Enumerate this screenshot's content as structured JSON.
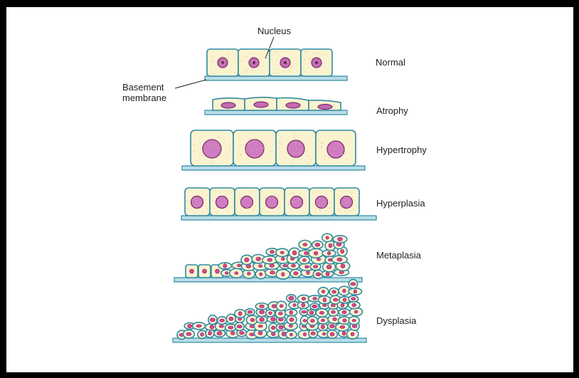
{
  "diagram": {
    "labels": {
      "nucleus": "Nucleus",
      "basement_line1": "Basement",
      "basement_line2": "membrane"
    },
    "rows": [
      {
        "id": "normal",
        "label": "Normal"
      },
      {
        "id": "atrophy",
        "label": "Atrophy"
      },
      {
        "id": "hypertrophy",
        "label": "Hypertrophy"
      },
      {
        "id": "hyperplasia",
        "label": "Hyperplasia"
      },
      {
        "id": "metaplasia",
        "label": "Metaplasia"
      },
      {
        "id": "dysplasia",
        "label": "Dysplasia"
      }
    ]
  },
  "colors": {
    "cytoplasm": "#fbf3cf",
    "cell_border": "#2f8aa3",
    "nucleus": "#c46bb0",
    "membrane": "#b9dde6",
    "frame": "#000000"
  }
}
